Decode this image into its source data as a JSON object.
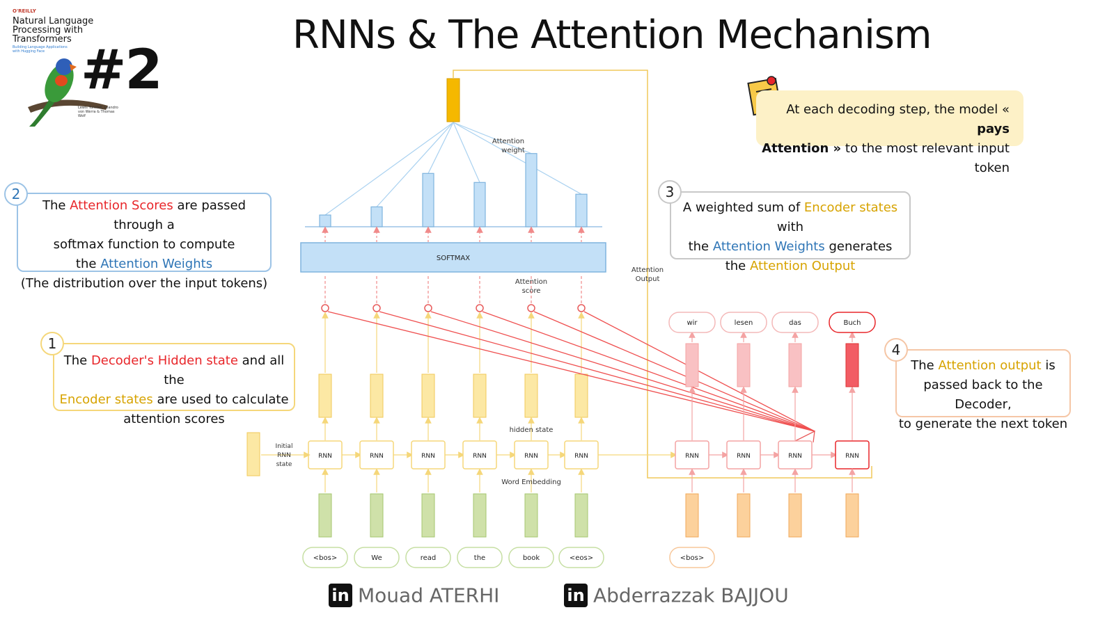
{
  "title": "RNNs & The Attention Mechanism",
  "book": {
    "publisher": "O'REILLY",
    "title": "Natural Language Processing with Transformers",
    "subtitle": "Building Language Applications with Hugging Face",
    "authors": "Lewis Tunstall, Leandro von Werra & Thomas Wolf",
    "issue": "#2"
  },
  "note": {
    "text_before": "At each decoding step, the model « ",
    "bold_1": "pays",
    "bold_2": "Attention »",
    "text_after": " to the most relevant input token"
  },
  "callouts": {
    "step1": {
      "num": "1",
      "t1": "The ",
      "red": "Decoder's Hidden state",
      "t2": " and all the",
      "gold": "Encoder states",
      "t3": " are used to calculate",
      "t4": "attention scores"
    },
    "step2": {
      "num": "2",
      "t1": "The ",
      "red": "Attention Scores",
      "t2": " are passed through a",
      "t3": "softmax function to compute",
      "t4": "the ",
      "blue": "Attention Weights",
      "t5": "(The distribution over the input tokens)"
    },
    "step3": {
      "num": "3",
      "t1": "A weighted sum of ",
      "gold": "Encoder states",
      "t2": " with",
      "t3": "the ",
      "blue": "Attention Weights",
      "t4": " generates",
      "t5": "the ",
      "gold2": "Attention Output"
    },
    "step4": {
      "num": "4",
      "t1": "The ",
      "gold": "Attention output",
      "t2": " is",
      "t3": "passed back to the Decoder,",
      "t4": "to generate the next token"
    }
  },
  "diagram": {
    "encoder_tokens": [
      "<bos>",
      "We",
      "read",
      "the",
      "book",
      "<eos>"
    ],
    "decoder_input": "<bos>",
    "decoder_outputs": [
      "wir",
      "lesen",
      "das",
      "Buch"
    ],
    "rnn_label": "RNN",
    "softmax_label": "SOFTMAX",
    "labels": {
      "attention_weight_1": "Attention",
      "attention_weight_2": "weight",
      "attention_score_1": "Attention",
      "attention_score_2": "score",
      "attention_output_1": "Attention",
      "attention_output_2": "Output",
      "hidden_state": "hidden state",
      "word_embedding": "Word Embedding",
      "initial_1": "Initial",
      "initial_2": "RNN",
      "initial_3": "state"
    },
    "attention_weights": [
      0.13,
      0.22,
      0.59,
      0.49,
      0.81,
      0.36
    ]
  },
  "authors": [
    "Mouad ATERHI",
    "Abderrazzak BAJJOU"
  ],
  "colors": {
    "red": "#e8262a",
    "blue": "#2e75b6",
    "gold": "#d7a300",
    "encoder": "#fce8a4",
    "embedding": "#cfe1a9",
    "decoder_emb": "#fcd19c"
  }
}
